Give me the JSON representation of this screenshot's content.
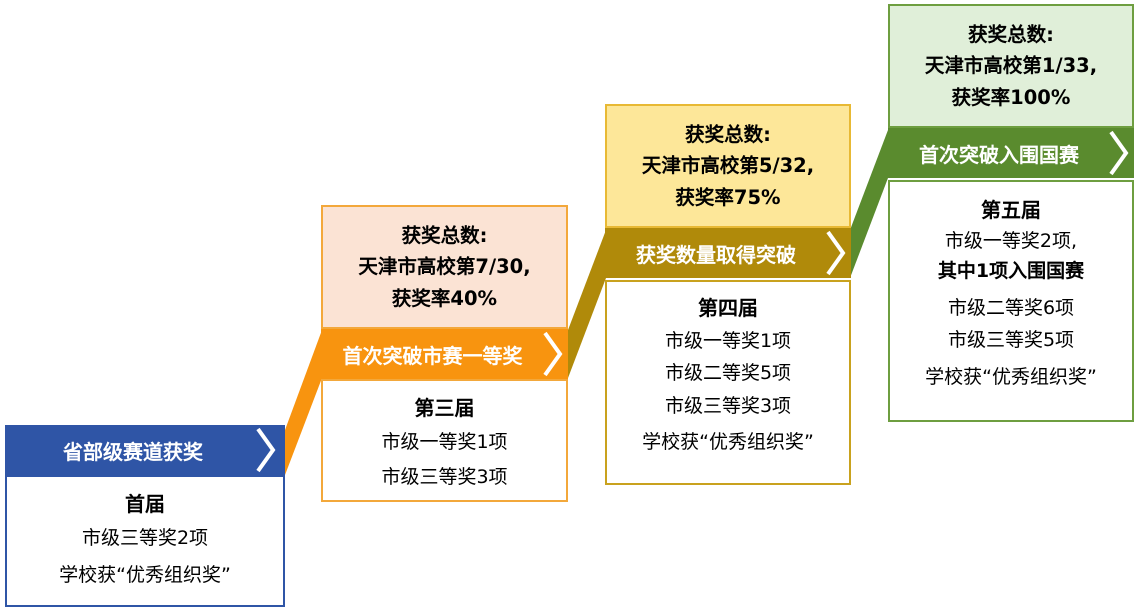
{
  "stages": [
    {
      "banner": "省部级赛道获奖",
      "title": "首届",
      "lines": [
        "市级三等奖2项",
        "学校获“优秀组织奖”"
      ],
      "colors": {
        "banner": "#2F55A6",
        "border": "#2F55A6"
      }
    },
    {
      "banner": "首次突破市赛一等奖",
      "title": "第三届",
      "lines": [
        "市级一等奖1项",
        "市级三等奖3项"
      ],
      "stats": [
        "获奖总数:",
        "天津市高校第7/30,",
        "获奖率40%"
      ],
      "colors": {
        "banner": "#F8940F",
        "border": "#F3A83B",
        "stat_bg": "#FBE3D4",
        "stat_border": "#F3A83B"
      }
    },
    {
      "banner": "获奖数量取得突破",
      "title": "第四届",
      "lines": [
        "市级一等奖1项",
        "市级二等奖5项",
        "市级三等奖3项",
        "学校获“优秀组织奖”"
      ],
      "stats": [
        "获奖总数:",
        "天津市高校第5/32,",
        "获奖率75%"
      ],
      "colors": {
        "banner": "#B08A0A",
        "border": "#C9A21E",
        "stat_bg": "#FDE799",
        "stat_border": "#E8B934"
      }
    },
    {
      "banner": "首次突破入围国赛",
      "title": "第五届",
      "lines": [
        "市级一等奖2项,",
        "其中1项入围国赛",
        "市级二等奖6项",
        "市级三等奖5项",
        "学校获“优秀组织奖”"
      ],
      "stats": [
        "获奖总数:",
        "天津市高校第1/33,",
        "获奖率100%"
      ],
      "colors": {
        "banner": "#5A8B2E",
        "border": "#6E9E40",
        "stat_bg": "#E0EFD9",
        "stat_border": "#6E9E40"
      }
    }
  ]
}
